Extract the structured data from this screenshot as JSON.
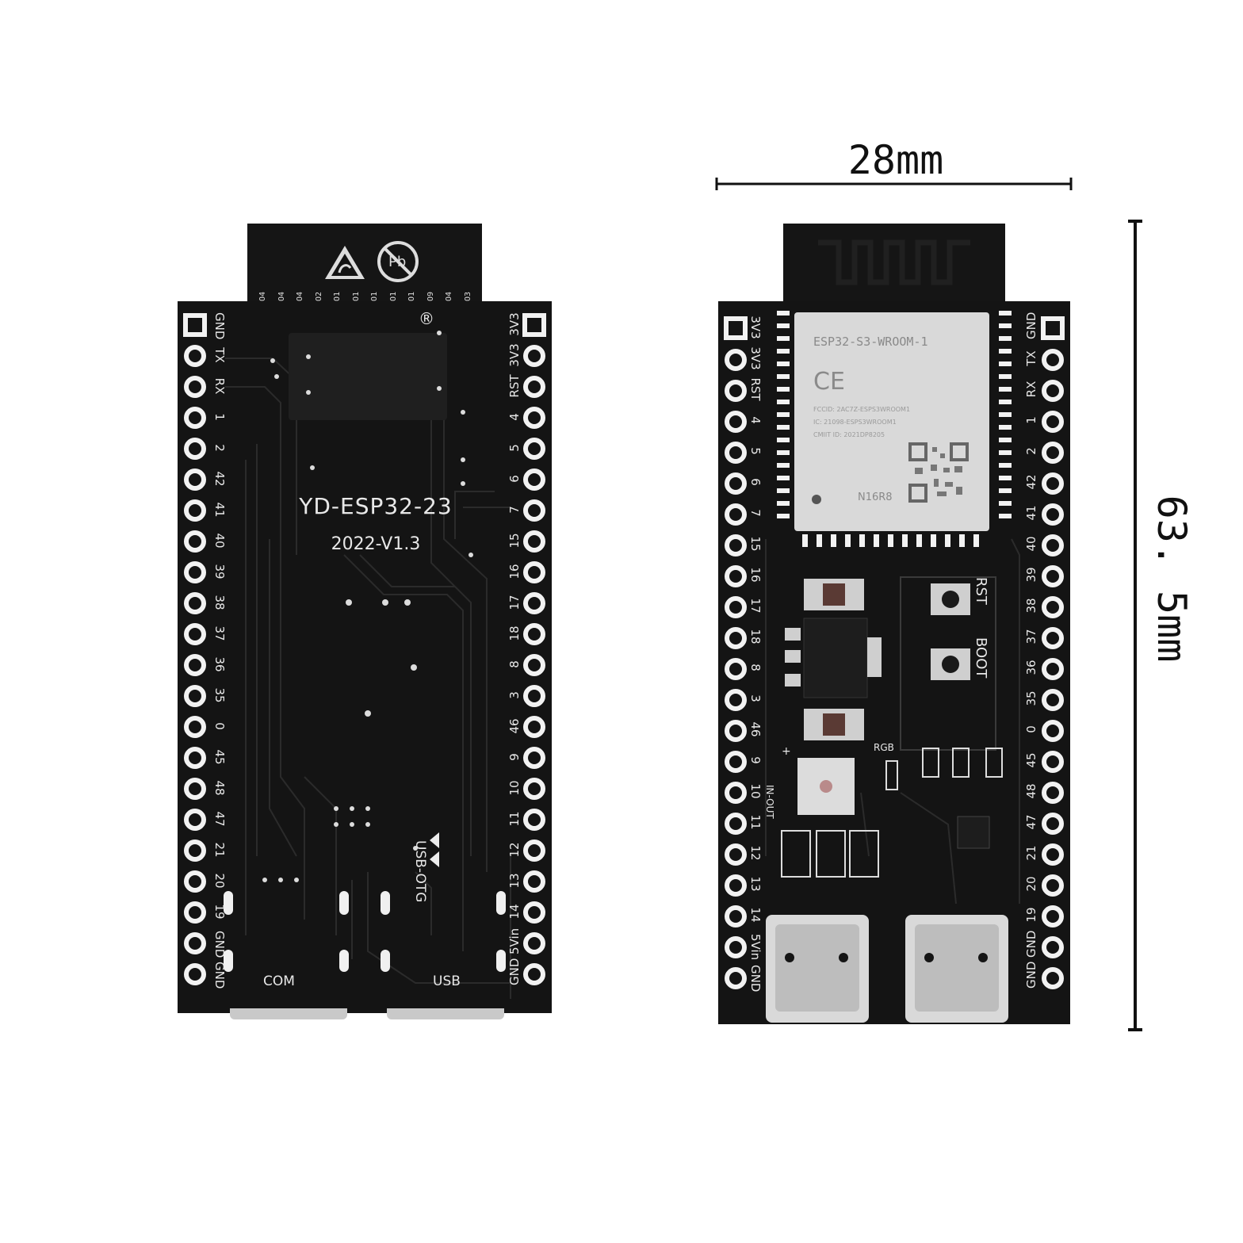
{
  "dimensions": {
    "width_label": "28mm",
    "height_label": "63. 5mm"
  },
  "back_board": {
    "board_name": "YD-ESP32-23",
    "board_version": "2022-V1.3",
    "registered_mark": "®",
    "usb_otg_label": "USB-OTG",
    "com_label": "COM",
    "usb_label": "USB",
    "left_pins": [
      "GND",
      "TX",
      "RX",
      "1",
      "2",
      "42",
      "41",
      "40",
      "39",
      "38",
      "37",
      "36",
      "35",
      "0",
      "45",
      "48",
      "47",
      "21",
      "20",
      "19",
      "GND",
      "GND"
    ],
    "right_pins": [
      "3V3",
      "3V3",
      "RST",
      "4",
      "5",
      "6",
      "7",
      "15",
      "16",
      "17",
      "18",
      "8",
      "3",
      "46",
      "9",
      "10",
      "11",
      "12",
      "13",
      "14",
      "5Vin",
      "GND"
    ],
    "module_pins": [
      "IO4",
      "IO4",
      "IO4",
      "IO2",
      "IO1",
      "IO1",
      "IO1",
      "IO1",
      "IO1",
      "IO9",
      "IO4",
      "IO3"
    ]
  },
  "front_board": {
    "module_name": "ESP32-S3-WROOM-1",
    "ce_mark": "CE",
    "module_variant": "N16R8",
    "module_cert_lines": [
      "FCCID: 2AC7Z-ESPS3WROOM1",
      "IC: 21098-ESPS3WROOM1",
      "CMIIT ID: 2021DP8205"
    ],
    "rst_label": "RST",
    "boot_label": "BOOT",
    "rgb_label": "RGB",
    "in_out_label": "IN-OUT",
    "plus_label": "+",
    "left_pins": [
      "3V3",
      "3V3",
      "RST",
      "4",
      "5",
      "6",
      "7",
      "15",
      "16",
      "17",
      "18",
      "8",
      "3",
      "46",
      "9",
      "10",
      "11",
      "12",
      "13",
      "14",
      "5Vin",
      "GND"
    ],
    "right_pins": [
      "GND",
      "TX",
      "RX",
      "1",
      "2",
      "42",
      "41",
      "40",
      "39",
      "38",
      "37",
      "36",
      "35",
      "0",
      "45",
      "48",
      "47",
      "21",
      "20",
      "19",
      "GND",
      "GND"
    ]
  },
  "colors": {
    "pcb": "#141414",
    "silkscreen": "#e8e8e8",
    "pad": "#f2f2f2",
    "shield": "#d9d9d9"
  }
}
